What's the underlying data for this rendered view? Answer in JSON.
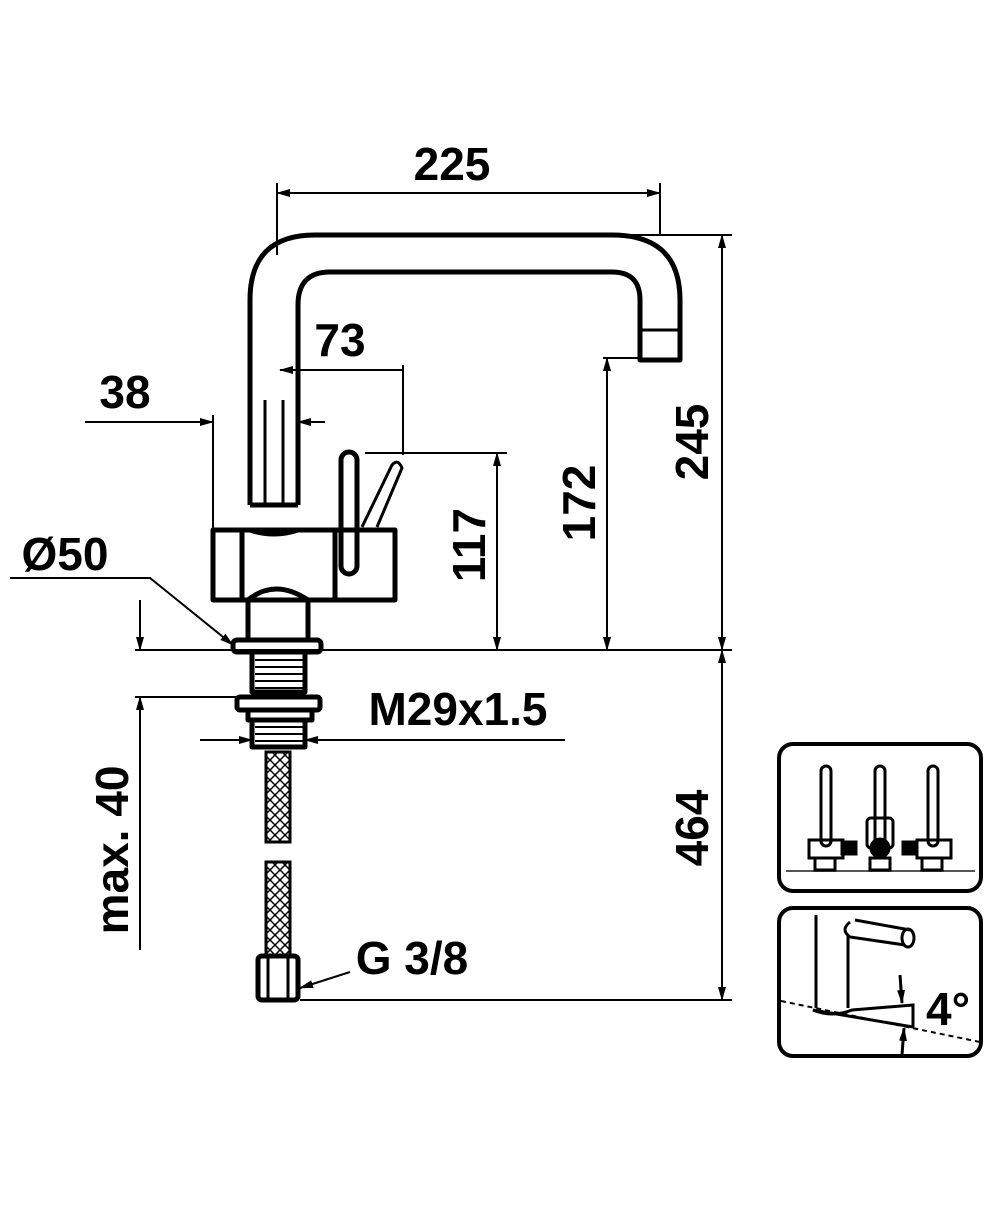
{
  "title": "Kitchen faucet dimension drawing",
  "dimensions": {
    "spout_reach": "225",
    "total_height": "245",
    "outlet_height": "172",
    "handle_height": "117",
    "handle_offset": "73",
    "body_offset": "38",
    "base_diameter": "Ø50",
    "thread": "M29x1.5",
    "max_counter_thickness": "max. 40",
    "hose_length": "464",
    "connection": "G 3/8"
  },
  "icons": {
    "swivel": "swivel-range-icon",
    "tilt_label": "4°"
  },
  "colors": {
    "line": "#000000",
    "background": "#ffffff"
  }
}
